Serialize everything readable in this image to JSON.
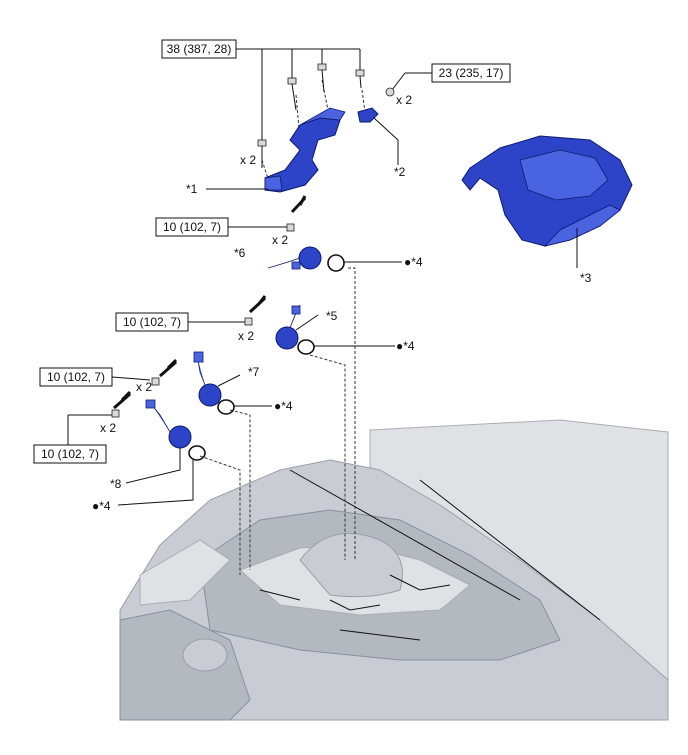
{
  "torques": {
    "bracket": "38 (387, 28)",
    "part2": "23 (235, 17)",
    "sensor6": "10 (102, 7)",
    "sensor5": "10 (102, 7)",
    "sensor7": "10 (102, 7)",
    "sensor8": "10 (102, 7)"
  },
  "quantities": {
    "part2_nut": "x 2",
    "part1_bolt": "x 2",
    "sensor6_bolt": "x 2",
    "sensor5_bolt": "x 2",
    "sensor7_bolt": "x 2",
    "sensor8_bolt": "x 2"
  },
  "callouts": {
    "c1": "*1",
    "c2": "*2",
    "c3": "*3",
    "c5": "*5",
    "c6": "*6",
    "c7": "*7",
    "c8": "*8",
    "c4a": "●*4",
    "c4b": "●*4",
    "c4c": "●*4",
    "c4d": "●*4"
  },
  "colors": {
    "part": "#2d44c8",
    "engine": "#c9ccd2"
  }
}
